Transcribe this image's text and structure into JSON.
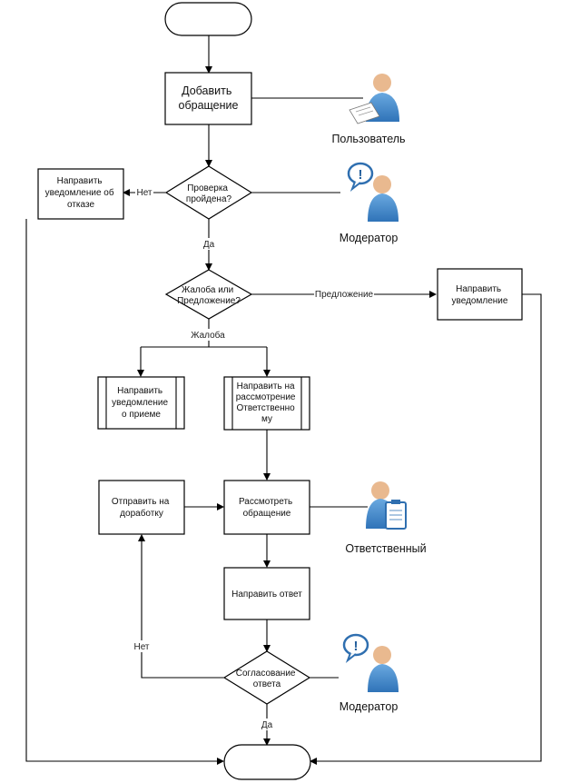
{
  "nodes": {
    "add_request": "Добавить обращение",
    "check": "Проверка пройдена?",
    "notify_refusal": "Направить уведомление об отказе",
    "complaint_or_suggestion": "Жалоба или Предложение?",
    "notify_suggestion": "Направить уведомление",
    "notify_receipt": "Направить уведомление о приеме",
    "send_to_responsible": "Направить на рассмотрение Ответственно му",
    "send_for_rework": "Отправить на доработку",
    "review_request": "Рассмотреть обращение",
    "send_answer": "Направить ответ",
    "approve_answer": "Согласование ответа"
  },
  "edges": {
    "no": "Нет",
    "yes": "Да",
    "suggestion": "Предложение",
    "complaint": "Жалоба",
    "no_approval": "Нет",
    "yes_approval": "Да"
  },
  "actors": {
    "user": "Пользователь",
    "moderator": "Модератор",
    "responsible": "Ответственный",
    "moderator2": "Модератор"
  },
  "colors": {
    "person_fill": "#4a8fd0",
    "person_dark": "#245f9c",
    "skin": "#e9b98f",
    "bubble_stroke": "#2f6fb0"
  },
  "icons": {
    "user": "person-with-document-icon",
    "moderator": "person-with-exclamation-bubble-icon",
    "responsible": "person-with-clipboard-icon"
  }
}
